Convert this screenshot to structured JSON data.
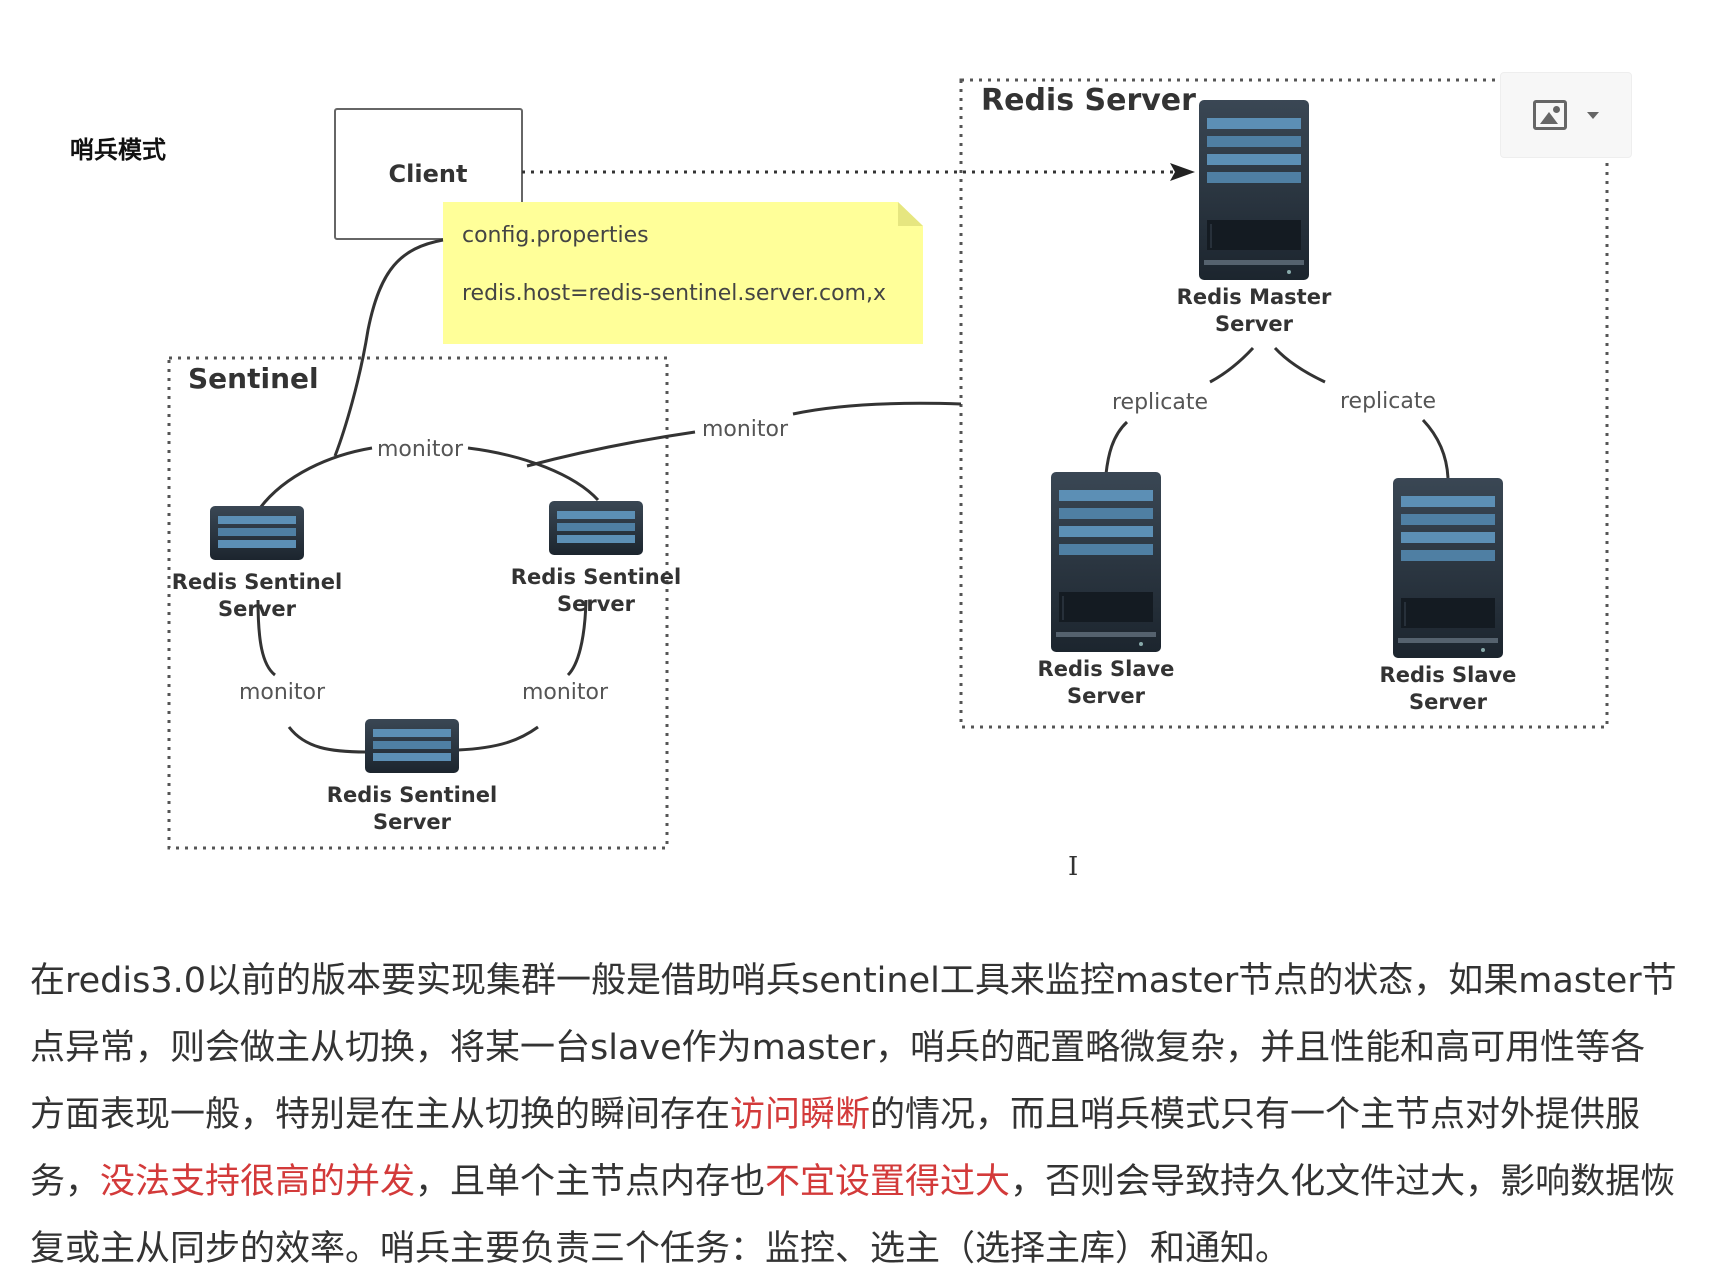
{
  "heading": "哨兵模式",
  "diagram": {
    "client": "Client",
    "note": {
      "line1": "config.properties",
      "line2": "redis.host=redis-sentinel.server.com,x"
    },
    "sentinel_group": "Sentinel",
    "redis_group": "Redis Server",
    "sentinel_servers": [
      {
        "line1": "Redis Sentinel",
        "line2": "Server"
      },
      {
        "line1": "Redis Sentinel",
        "line2": "Server"
      },
      {
        "line1": "Redis Sentinel",
        "line2": "Server"
      }
    ],
    "master": {
      "line1": "Redis Master",
      "line2": "Server"
    },
    "slaves": [
      {
        "line1": "Redis Slave",
        "line2": "Server"
      },
      {
        "line1": "Redis Slave",
        "line2": "Server"
      }
    ],
    "edge_labels": {
      "monitor_top": "monitor",
      "monitor_external": "monitor",
      "monitor_left": "monitor",
      "monitor_right": "monitor",
      "replicate_left": "replicate",
      "replicate_right": "replicate"
    }
  },
  "toolbar": {
    "image_icon": "image-icon",
    "dropdown_icon": "chevron-down-icon"
  },
  "paragraph": {
    "s1": "在redis3.0以前的版本要实现集群一般是借助哨兵sentinel工具来监控master节点的状态，如果master节点异常，则会做主从切换，将某一台slave作为master，哨兵的配置略微复杂，并且性能和高可用性等各方面表现一般，特别是在主从切换的瞬间存在",
    "r1": "访问瞬断",
    "s2": "的情况，而且哨兵模式只有一个主节点对外提供服务，",
    "r2": "没法支持很高的并发",
    "s3": "，且单个主节点内存也",
    "r3": "不宜设置得过大",
    "s4": "，否则会导致持久化文件过大，影响数据恢复或主从同步的效率。哨兵主要负责三个任务：监控、选主（选择主库）和通知。"
  },
  "colors": {
    "highlight": "#d33a3a",
    "note_bg": "#ffff99",
    "server": "#2a3540"
  }
}
